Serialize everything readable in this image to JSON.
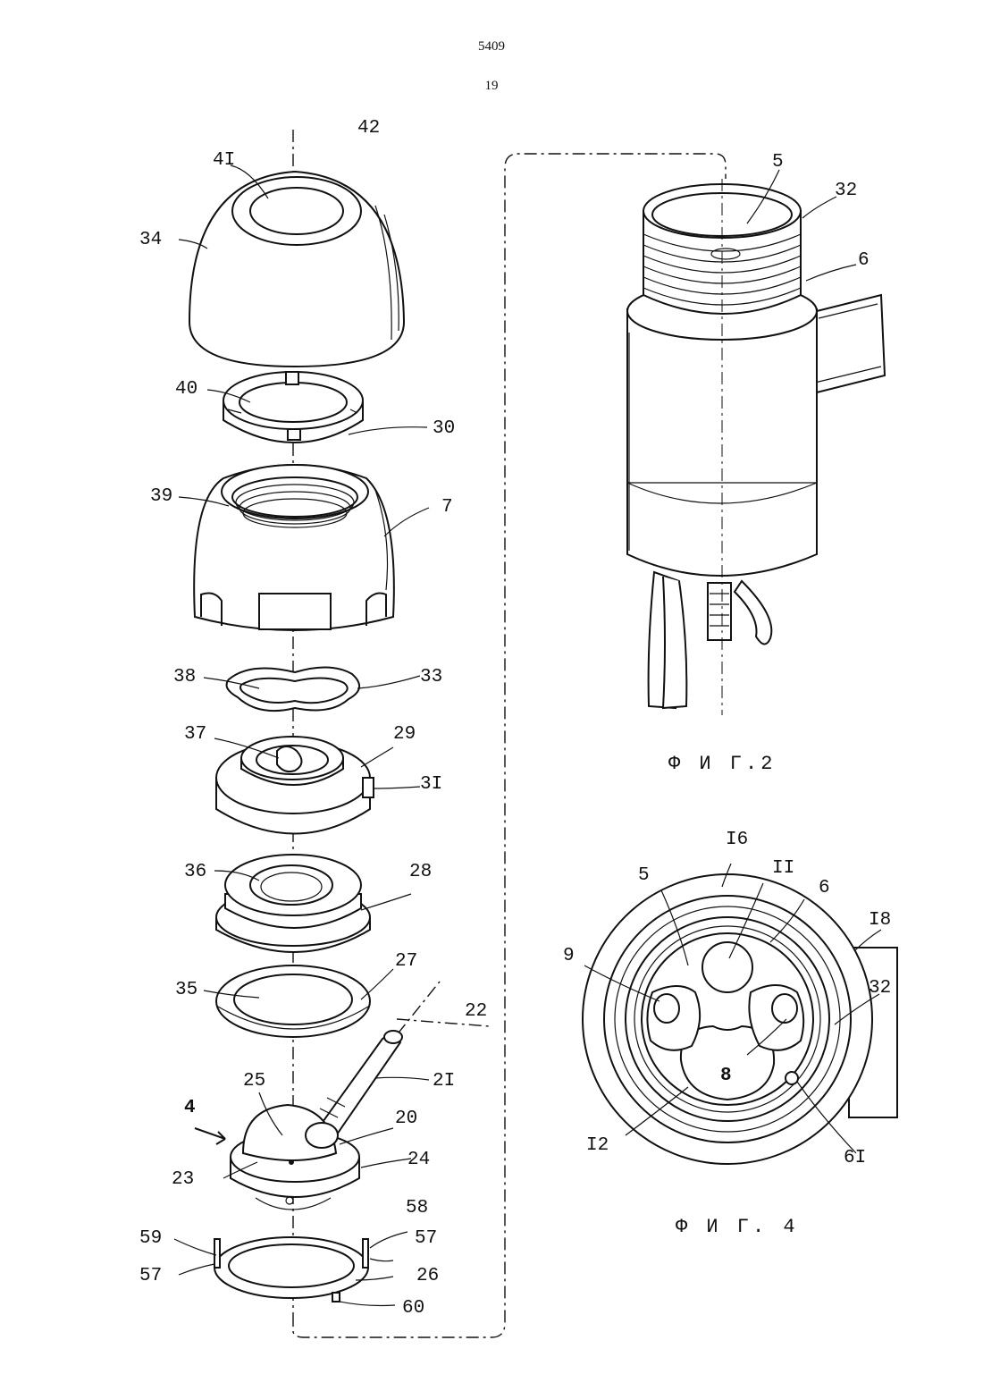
{
  "header": {
    "patent_number": "5409",
    "page_number": "19"
  },
  "figures": {
    "fig2_caption": "Ф И Г.2",
    "fig4_caption": "Ф И Г. 4"
  },
  "labels": {
    "l42": "42",
    "l41": "4I",
    "l34": "34",
    "l40": "40",
    "l30": "30",
    "l39": "39",
    "l7": "7",
    "l38": "38",
    "l33": "33",
    "l37": "37",
    "l29": "29",
    "l31": "3I",
    "l36": "36",
    "l28": "28",
    "l27": "27",
    "l35": "35",
    "l22": "22",
    "l21": "2I",
    "l25": "25",
    "l20": "20",
    "l4": "4",
    "l23": "23",
    "l24": "24",
    "l58": "58",
    "l59": "59",
    "l57a": "57",
    "l57b": "57",
    "l26": "26",
    "l60": "60",
    "f2_5": "5",
    "f2_32": "32",
    "f2_6": "6",
    "f4_16": "I6",
    "f4_5": "5",
    "f4_11": "II",
    "f4_6": "6",
    "f4_18": "I8",
    "f4_9": "9",
    "f4_32": "32",
    "f4_8": "8",
    "f4_12": "I2",
    "f4_61": "6I"
  }
}
